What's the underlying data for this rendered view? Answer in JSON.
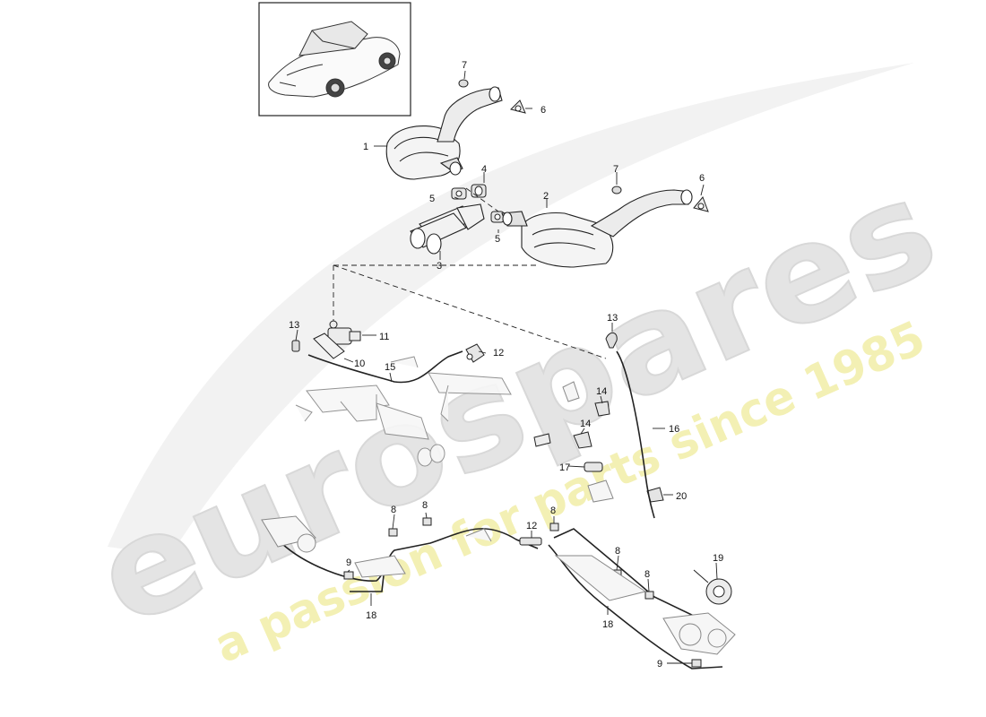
{
  "watermark": {
    "brand": "eurospares",
    "tagline": "a passion for parts since 1985",
    "brand_color": "#e6e6e6",
    "tagline_color": "#f2efb0"
  },
  "callouts": {
    "c1": "1",
    "c2": "2",
    "c3": "3",
    "c4": "4",
    "c5a": "5",
    "c5b": "5",
    "c6a": "6",
    "c6b": "6",
    "c7a": "7",
    "c7b": "7",
    "c8a": "8",
    "c8b": "8",
    "c8c": "8",
    "c8d": "8",
    "c8e": "8",
    "c9a": "9",
    "c9b": "9",
    "c10": "10",
    "c11": "11",
    "c12a": "12",
    "c12b": "12",
    "c13a": "13",
    "c13b": "13",
    "c14a": "14",
    "c14b": "14",
    "c15": "15",
    "c16": "16",
    "c17": "17",
    "c18a": "18",
    "c18b": "18",
    "c19": "19",
    "c20": "20"
  },
  "colors": {
    "line": "#222222",
    "part_fill": "#f4f4f4",
    "part_shade": "#d9d9d9"
  }
}
